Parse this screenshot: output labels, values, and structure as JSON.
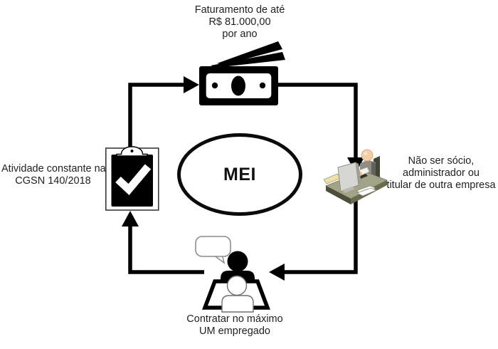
{
  "diagram_type": "cycle-diagram",
  "center": {
    "label": "MEI"
  },
  "nodes": {
    "revenue": {
      "position": "top",
      "icon": "money-icon",
      "lines": [
        "Faturamento de até",
        "R$ 81.000,00",
        "por ano"
      ]
    },
    "no_partner": {
      "position": "right",
      "icon": "office-worker-icon",
      "lines": [
        "Não ser sócio,",
        "administrador ou",
        "titular de outra empresa"
      ]
    },
    "employee": {
      "position": "bottom",
      "icon": "employer-employee-icon",
      "lines": [
        "Contratar no máximo",
        "UM empregado"
      ]
    },
    "activity": {
      "position": "left",
      "icon": "clipboard-check-icon",
      "lines": [
        "Atividade constante na",
        "CGSN 140/2018"
      ]
    }
  },
  "icons": [
    "money-icon",
    "office-worker-icon",
    "employer-employee-icon",
    "clipboard-check-icon",
    "speech-bubble-icon",
    "checkmark-icon"
  ],
  "colors": {
    "background": "#ffffff",
    "line": "#000000",
    "text": "#1f1f1f",
    "bubble_stroke": "#8c8c8c",
    "desk_top": "#a3a387",
    "desk_edge": "#4e4e3a",
    "skin": "#f2cda6",
    "shirt": "#8e8e82",
    "monitor": "#d6d6d2",
    "paper": "#ffffff",
    "folder": "#ece2a9"
  }
}
